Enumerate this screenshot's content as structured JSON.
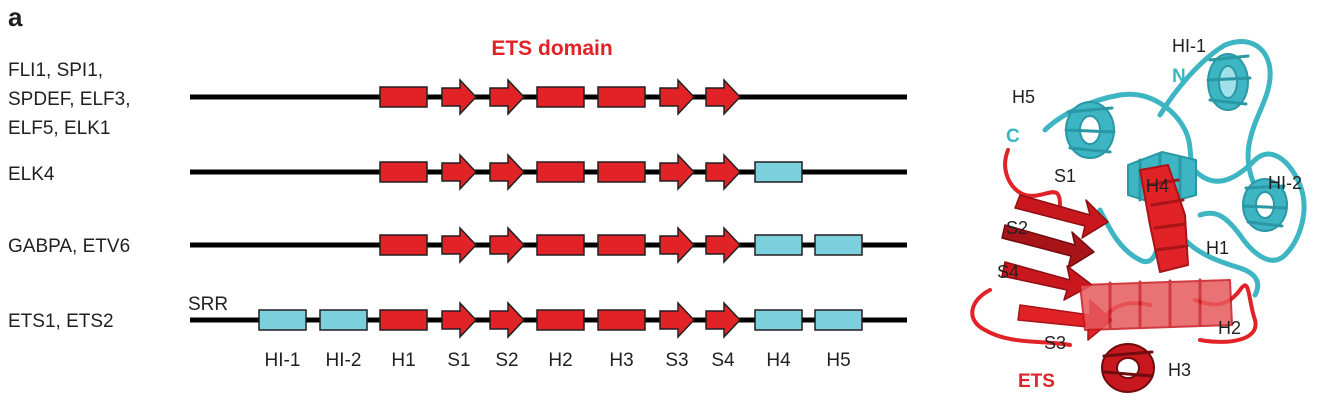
{
  "panel_label": "a",
  "ets_domain_title": "ETS domain",
  "colors": {
    "ets": "#e12227",
    "ets_dark": "#a81418",
    "helix_extra": "#7ccfdc",
    "teal": "#3eb5c3",
    "line": "#000000"
  },
  "rows": [
    {
      "name_lines": [
        "FLI1, SPI1,",
        "SPDEF, ELF3,",
        "ELF5, ELK1"
      ],
      "elements": [
        "H1",
        "S1",
        "S2",
        "H2",
        "H3",
        "S3",
        "S4"
      ]
    },
    {
      "name_lines": [
        "ELK4"
      ],
      "elements": [
        "H1",
        "S1",
        "S2",
        "H2",
        "H3",
        "S3",
        "S4",
        "H4"
      ]
    },
    {
      "name_lines": [
        "GABPA, ETV6"
      ],
      "elements": [
        "H1",
        "S1",
        "S2",
        "H2",
        "H3",
        "S3",
        "S4",
        "H4",
        "H5"
      ]
    },
    {
      "name_lines": [
        "ETS1, ETS2"
      ],
      "prefix_label": "SRR",
      "elements": [
        "HI-1",
        "HI-2",
        "H1",
        "S1",
        "S2",
        "H2",
        "H3",
        "S3",
        "S4",
        "H4",
        "H5"
      ]
    }
  ],
  "axis_labels": [
    "HI-1",
    "HI-2",
    "H1",
    "S1",
    "S2",
    "H2",
    "H3",
    "S3",
    "S4",
    "H4",
    "H5"
  ],
  "structure_labels": {
    "hi1": "HI-1",
    "n": "N",
    "h5": "H5",
    "c": "C",
    "s1": "S1",
    "h4": "H4",
    "hi2": "HI-2",
    "s2": "S2",
    "h1": "H1",
    "s4": "S4",
    "h2": "H2",
    "s3": "S3",
    "ets": "ETS",
    "h3": "H3"
  }
}
